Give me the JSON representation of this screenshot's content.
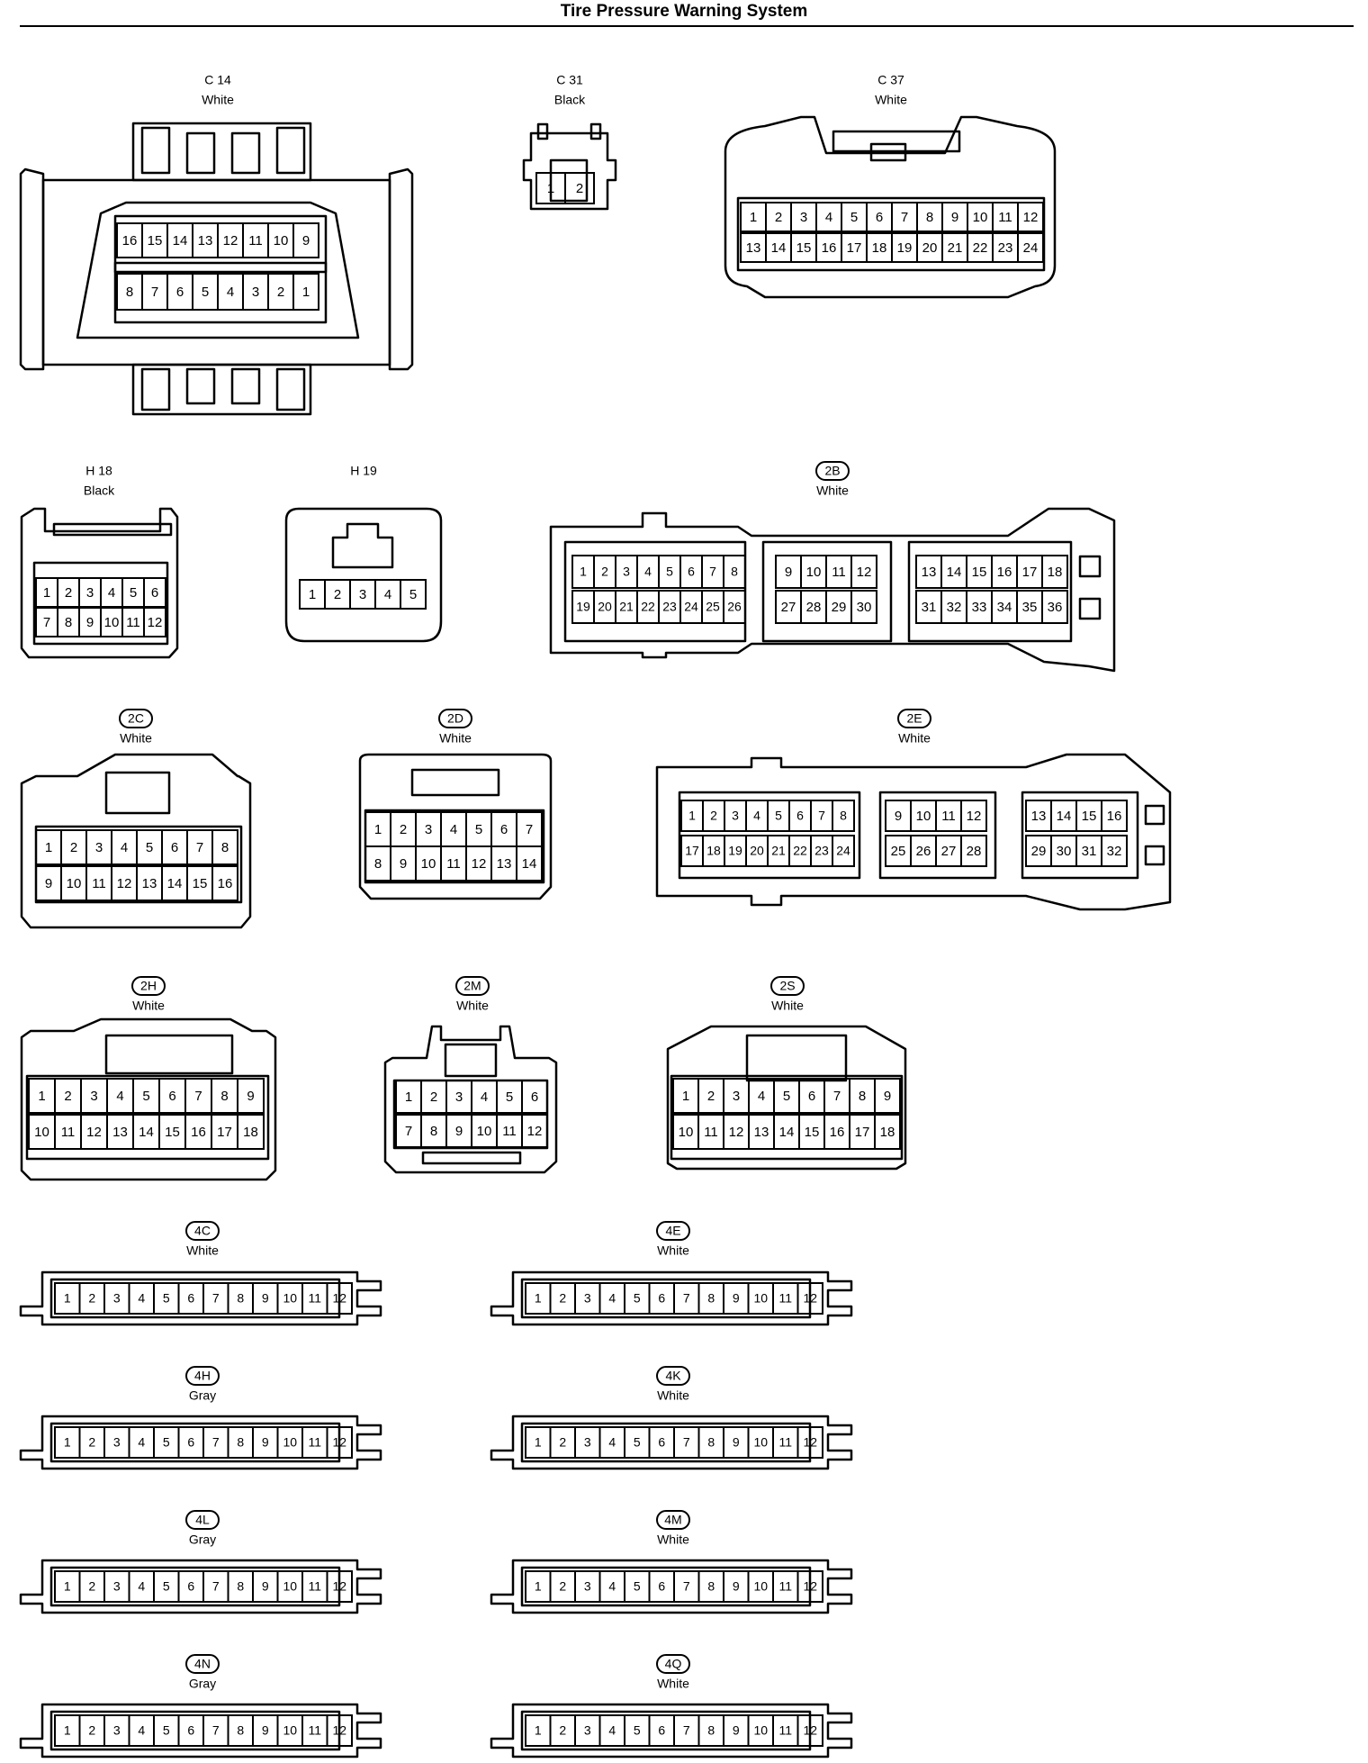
{
  "title": "Tire Pressure Warning System",
  "connectors": {
    "c14": {
      "code": "C 14",
      "color": "White",
      "pins_top": [
        "16",
        "15",
        "14",
        "13",
        "12",
        "11",
        "10",
        "9"
      ],
      "pins_bottom": [
        "8",
        "7",
        "6",
        "5",
        "4",
        "3",
        "2",
        "1"
      ]
    },
    "c31": {
      "code": "C 31",
      "color": "Black",
      "pins": [
        "1",
        "2"
      ]
    },
    "c37": {
      "code": "C 37",
      "color": "White",
      "pins_top": [
        "1",
        "2",
        "3",
        "4",
        "5",
        "6",
        "7",
        "8",
        "9",
        "10",
        "11",
        "12"
      ],
      "pins_bottom": [
        "13",
        "14",
        "15",
        "16",
        "17",
        "18",
        "19",
        "20",
        "21",
        "22",
        "23",
        "24"
      ]
    },
    "h18": {
      "code": "H 18",
      "color": "Black",
      "pins_top": [
        "1",
        "2",
        "3",
        "4",
        "5",
        "6"
      ],
      "pins_bottom": [
        "7",
        "8",
        "9",
        "10",
        "11",
        "12"
      ]
    },
    "h19": {
      "code": "H 19",
      "pins": [
        "1",
        "2",
        "3",
        "4",
        "5"
      ]
    },
    "c2b": {
      "code": "2B",
      "color": "White",
      "groups": [
        {
          "top": [
            "1",
            "2",
            "3",
            "4",
            "5",
            "6",
            "7",
            "8"
          ],
          "bottom": [
            "19",
            "20",
            "21",
            "22",
            "23",
            "24",
            "25",
            "26"
          ]
        },
        {
          "top": [
            "9",
            "10",
            "11",
            "12"
          ],
          "bottom": [
            "27",
            "28",
            "29",
            "30"
          ]
        },
        {
          "top": [
            "13",
            "14",
            "15",
            "16",
            "17",
            "18"
          ],
          "bottom": [
            "31",
            "32",
            "33",
            "34",
            "35",
            "36"
          ]
        }
      ]
    },
    "c2c": {
      "code": "2C",
      "color": "White",
      "pins_top": [
        "1",
        "2",
        "3",
        "4",
        "5",
        "6",
        "7",
        "8"
      ],
      "pins_bottom": [
        "9",
        "10",
        "11",
        "12",
        "13",
        "14",
        "15",
        "16"
      ]
    },
    "c2d": {
      "code": "2D",
      "color": "White",
      "pins_top": [
        "1",
        "2",
        "3",
        "4",
        "5",
        "6",
        "7"
      ],
      "pins_bottom": [
        "8",
        "9",
        "10",
        "11",
        "12",
        "13",
        "14"
      ]
    },
    "c2e": {
      "code": "2E",
      "color": "White",
      "groups": [
        {
          "top": [
            "1",
            "2",
            "3",
            "4",
            "5",
            "6",
            "7",
            "8"
          ],
          "bottom": [
            "17",
            "18",
            "19",
            "20",
            "21",
            "22",
            "23",
            "24"
          ]
        },
        {
          "top": [
            "9",
            "10",
            "11",
            "12"
          ],
          "bottom": [
            "25",
            "26",
            "27",
            "28"
          ]
        },
        {
          "top": [
            "13",
            "14",
            "15",
            "16"
          ],
          "bottom": [
            "29",
            "30",
            "31",
            "32"
          ]
        }
      ]
    },
    "c2h": {
      "code": "2H",
      "color": "White",
      "pins_top": [
        "1",
        "2",
        "3",
        "4",
        "5",
        "6",
        "7",
        "8",
        "9"
      ],
      "pins_bottom": [
        "10",
        "11",
        "12",
        "13",
        "14",
        "15",
        "16",
        "17",
        "18"
      ]
    },
    "c2m": {
      "code": "2M",
      "color": "White",
      "pins_top": [
        "1",
        "2",
        "3",
        "4",
        "5",
        "6"
      ],
      "pins_bottom": [
        "7",
        "8",
        "9",
        "10",
        "11",
        "12"
      ]
    },
    "c2s": {
      "code": "2S",
      "color": "White",
      "pins_top": [
        "1",
        "2",
        "3",
        "4",
        "5",
        "6",
        "7",
        "8",
        "9"
      ],
      "pins_bottom": [
        "10",
        "11",
        "12",
        "13",
        "14",
        "15",
        "16",
        "17",
        "18"
      ]
    },
    "c4c": {
      "code": "4C",
      "color": "White",
      "pins": [
        "1",
        "2",
        "3",
        "4",
        "5",
        "6",
        "7",
        "8",
        "9",
        "10",
        "11",
        "12"
      ]
    },
    "c4e": {
      "code": "4E",
      "color": "White",
      "pins": [
        "1",
        "2",
        "3",
        "4",
        "5",
        "6",
        "7",
        "8",
        "9",
        "10",
        "11",
        "12"
      ]
    },
    "c4h": {
      "code": "4H",
      "color": "Gray",
      "pins": [
        "1",
        "2",
        "3",
        "4",
        "5",
        "6",
        "7",
        "8",
        "9",
        "10",
        "11",
        "12"
      ]
    },
    "c4k": {
      "code": "4K",
      "color": "White",
      "pins": [
        "1",
        "2",
        "3",
        "4",
        "5",
        "6",
        "7",
        "8",
        "9",
        "10",
        "11",
        "12"
      ]
    },
    "c4l": {
      "code": "4L",
      "color": "Gray",
      "pins": [
        "1",
        "2",
        "3",
        "4",
        "5",
        "6",
        "7",
        "8",
        "9",
        "10",
        "11",
        "12"
      ]
    },
    "c4m": {
      "code": "4M",
      "color": "White",
      "pins": [
        "1",
        "2",
        "3",
        "4",
        "5",
        "6",
        "7",
        "8",
        "9",
        "10",
        "11",
        "12"
      ]
    },
    "c4n": {
      "code": "4N",
      "color": "Gray",
      "pins": [
        "1",
        "2",
        "3",
        "4",
        "5",
        "6",
        "7",
        "8",
        "9",
        "10",
        "11",
        "12"
      ]
    },
    "c4q": {
      "code": "4Q",
      "color": "White",
      "pins": [
        "1",
        "2",
        "3",
        "4",
        "5",
        "6",
        "7",
        "8",
        "9",
        "10",
        "11",
        "12"
      ]
    }
  }
}
